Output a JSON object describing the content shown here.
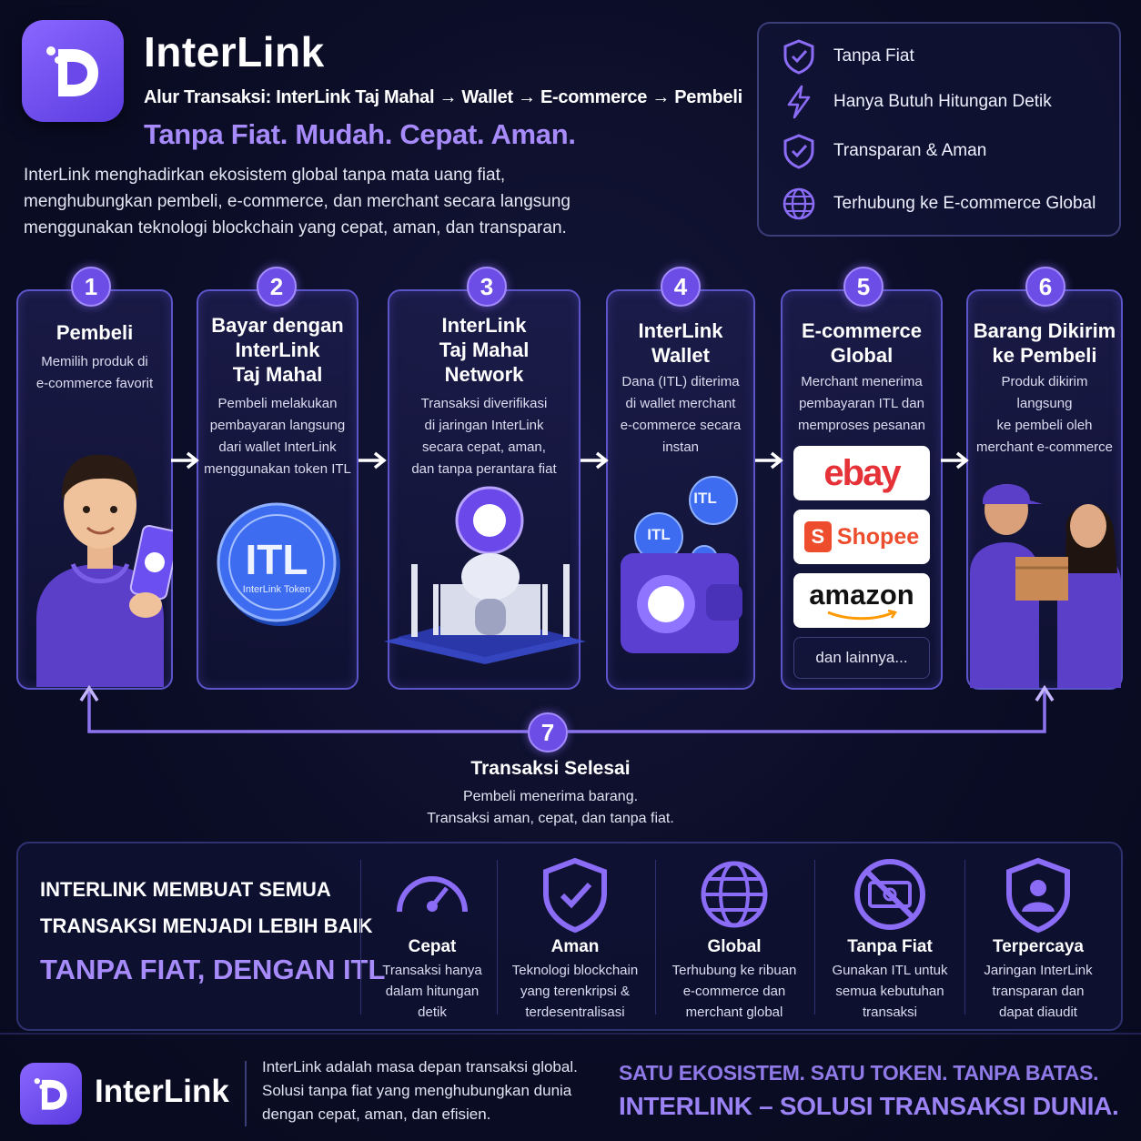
{
  "header": {
    "brand": "InterLink",
    "flow_subtitle": "Alur Transaksi: InterLink Taj Mahal → Wallet → E-commerce → Pembeli",
    "tagline": "Tanpa Fiat. Mudah. Cepat. Aman.",
    "intro": "InterLink menghadirkan ekosistem global tanpa mata uang fiat, menghubungkan pembeli, e-commerce, dan merchant secara langsung menggunakan teknologi blockchain yang cepat, aman, dan transparan."
  },
  "features": [
    {
      "icon": "shield-check-icon",
      "label": "Tanpa Fiat"
    },
    {
      "icon": "lightning-icon",
      "label": "Hanya Butuh Hitungan Detik"
    },
    {
      "icon": "shield-check-icon",
      "label": "Transparan & Aman"
    },
    {
      "icon": "globe-icon",
      "label": "Terhubung ke E-commerce Global"
    }
  ],
  "steps": [
    {
      "num": "1",
      "title": "Pembeli",
      "desc": "Memilih produk di\ne-commerce favorit"
    },
    {
      "num": "2",
      "title": "Bayar dengan\nInterLink\nTaj Mahal",
      "desc": "Pembeli melakukan\npembayaran langsung\ndari wallet InterLink\nmenggunakan token ITL"
    },
    {
      "num": "3",
      "title": "InterLink\nTaj Mahal\nNetwork",
      "desc": "Transaksi diverifikasi\ndi jaringan InterLink\nsecara cepat, aman,\ndan tanpa perantara fiat"
    },
    {
      "num": "4",
      "title": "InterLink\nWallet",
      "desc": "Dana (ITL) diterima\ndi wallet merchant\ne-commerce secara\ninstan"
    },
    {
      "num": "5",
      "title": "E-commerce\nGlobal",
      "desc": "Merchant menerima\npembayaran ITL dan\nmemproses pesanan"
    },
    {
      "num": "6",
      "title": "Barang Dikirim\nke Pembeli",
      "desc": "Produk dikirim langsung\nke pembeli oleh\nmerchant e-commerce"
    }
  ],
  "token": {
    "symbol": "ITL",
    "caption": "InterLink Token"
  },
  "merchants": {
    "ebay": "ebay",
    "shopee": "Shopee",
    "amazon": "amazon",
    "more": "dan lainnya..."
  },
  "completion": {
    "num": "7",
    "title": "Transaksi Selesai",
    "desc": "Pembeli menerima barang.\nTransaksi aman, cepat, dan tanpa fiat."
  },
  "benefits": {
    "heading": "INTERLINK MEMBUAT SEMUA\nTRANSAKSI MENJADI LEBIH BAIK",
    "tagline": "TANPA FIAT, DENGAN ITL",
    "items": [
      {
        "icon": "speedometer-icon",
        "title": "Cepat",
        "desc": "Transaksi hanya\ndalam hitungan\ndetik"
      },
      {
        "icon": "shield-check-icon",
        "title": "Aman",
        "desc": "Teknologi blockchain\nyang terenkripsi &\nterdesentralisasi"
      },
      {
        "icon": "globe-icon",
        "title": "Global",
        "desc": "Terhubung ke ribuan\ne-commerce dan\nmerchant global"
      },
      {
        "icon": "no-cash-icon",
        "title": "Tanpa Fiat",
        "desc": "Gunakan ITL untuk\nsemua kebutuhan\ntransaksi"
      },
      {
        "icon": "shield-user-icon",
        "title": "Terpercaya",
        "desc": "Jaringan InterLink\ntransparan dan\ndapat diaudit"
      }
    ]
  },
  "footer": {
    "brand": "InterLink",
    "desc": "InterLink adalah masa depan transaksi global.\nSolusi tanpa fiat yang menghubungkan dunia\ndengan cepat, aman, dan efisien.",
    "slogan_1": "SATU EKOSISTEM. SATU TOKEN. TANPA BATAS.",
    "slogan_2": "INTERLINK – SOLUSI TRANSAKSI DUNIA."
  },
  "colors": {
    "accent": "#a78bfa",
    "primary": "#6c4ee6",
    "background": "#0b0d26"
  }
}
